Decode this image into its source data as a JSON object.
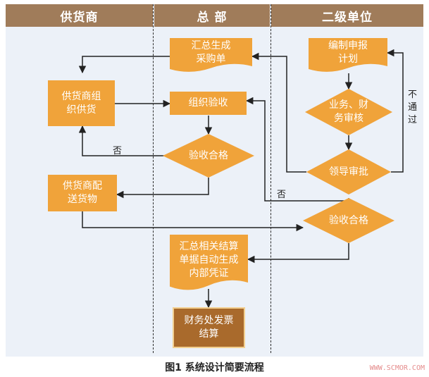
{
  "columns": {
    "supplier": "供货商",
    "headquarters": "总 部",
    "secondary_unit": "二级单位"
  },
  "nodes": {
    "purchase_order": "汇总生成\n采购单",
    "supplier_organize": "供货商组\n织供货",
    "organize_acceptance": "组织验收",
    "acceptance_pass_hq": "验收合格",
    "supplier_delivery": "供货商配\n送货物",
    "related_settlement": "汇总相关结算\n单据自动生成\n内部凭证",
    "finance_settlement": "财务处发票\n结算",
    "compile_plan": "编制申报\n计划",
    "business_review": "业务、财\n务审核",
    "leader_approval": "领导审批",
    "acceptance_pass_unit": "验收合格"
  },
  "edge_labels": {
    "no_hq": "否",
    "no_unit": "否",
    "not_passed": "不\n通\n过"
  },
  "caption": "图1  系统设计简要流程",
  "watermark": "WWW.SCMOR.COM",
  "colors": {
    "header": "#a07c5a",
    "node": "#f0a33a",
    "final_node": "#a96a2c",
    "panel": "#ecf1f8",
    "line": "#222222"
  }
}
